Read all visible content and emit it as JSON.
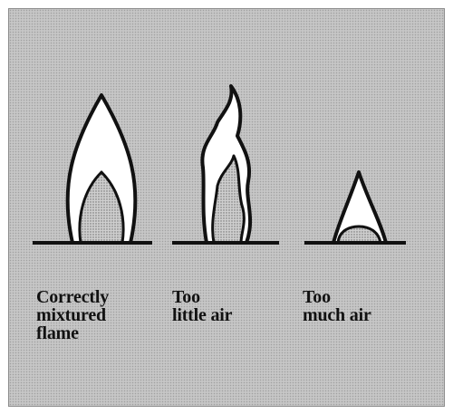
{
  "colors": {
    "background": "#c6c6c6",
    "flame_outer": "#ffffff",
    "flame_inner": "#b8b8b8",
    "ink": "#111111"
  },
  "flames": [
    {
      "id": "correct",
      "caption_lines": [
        "Correctly",
        "mixtured",
        "flame"
      ]
    },
    {
      "id": "too-little-air",
      "caption_lines": [
        "Too",
        "little air"
      ]
    },
    {
      "id": "too-much-air",
      "caption_lines": [
        "Too",
        "much air"
      ]
    }
  ]
}
